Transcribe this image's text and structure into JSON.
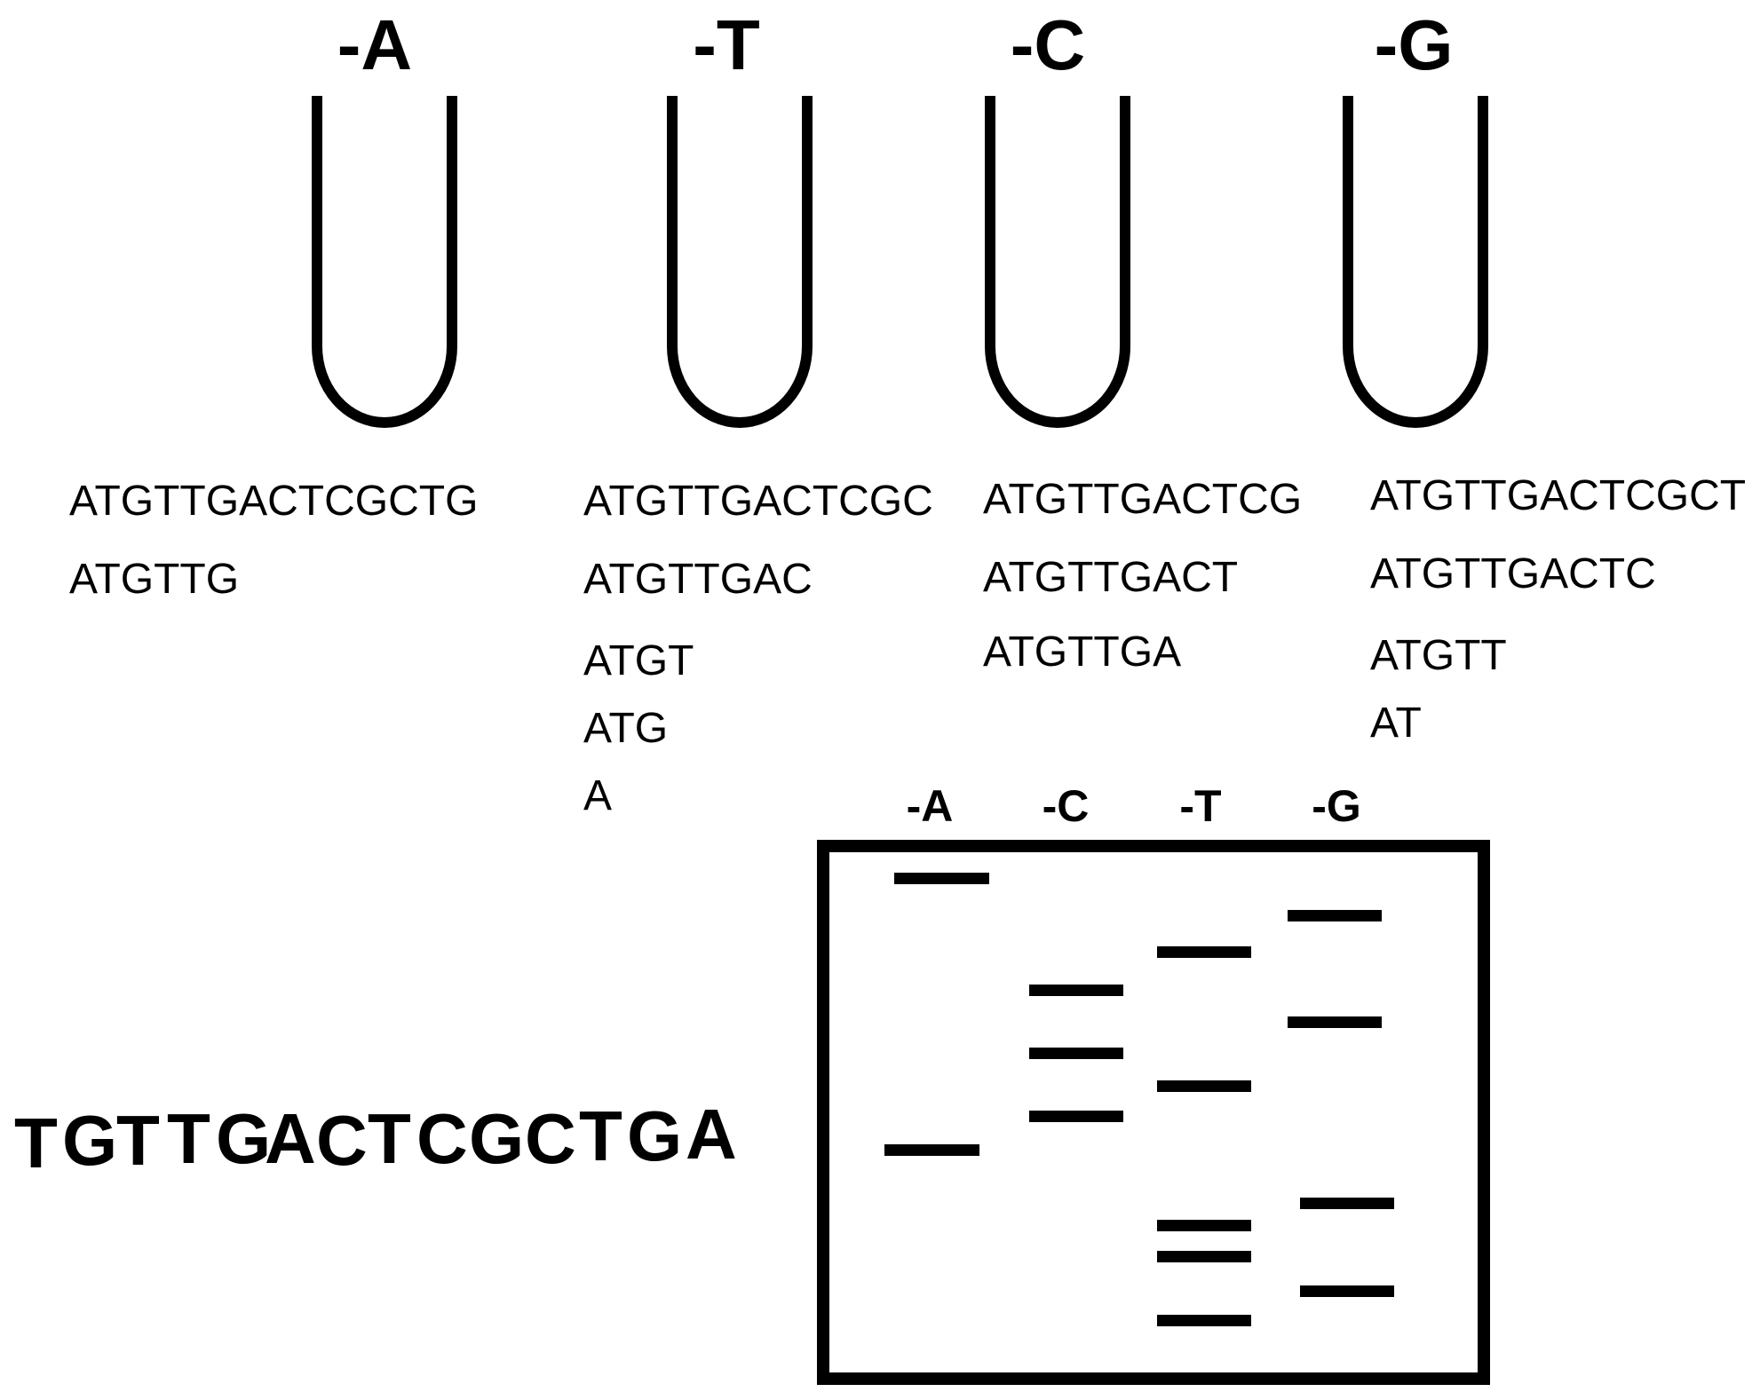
{
  "tubes": [
    {
      "label": "-A",
      "fragments": [
        "ATGTTGACTCGCTG",
        "ATGTTG"
      ]
    },
    {
      "label": "-T",
      "fragments": [
        "ATGTTGACTCGC",
        "ATGTTGAC",
        "ATGT",
        "ATG",
        "A"
      ]
    },
    {
      "label": "-C",
      "fragments": [
        "ATGTTGACTCG",
        "ATGTTGACT",
        "ATGTTGA"
      ]
    },
    {
      "label": "-G",
      "fragments": [
        "ATGTTGACTCGCT",
        "ATGTTGACTC",
        "ATGTT",
        "AT"
      ]
    }
  ],
  "gel": {
    "lanes": [
      "-A",
      "-C",
      "-T",
      "-G"
    ]
  },
  "read_sequence": [
    "T",
    "G",
    "T",
    "T",
    "G",
    "A",
    "C",
    "T",
    "C",
    "G",
    "C",
    "T",
    "G",
    "A"
  ]
}
